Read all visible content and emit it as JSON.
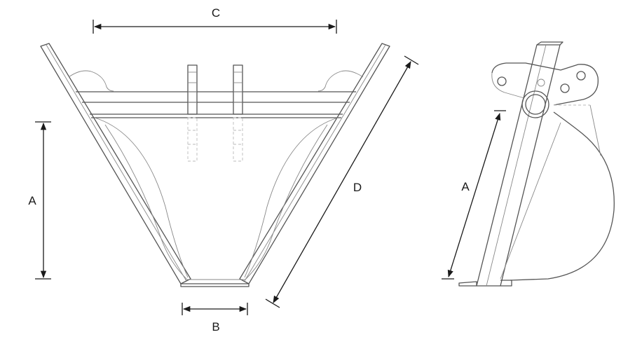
{
  "labels": {
    "a_front": "A",
    "b": "B",
    "c": "C",
    "d": "D",
    "a_side": "A"
  },
  "colors": {
    "line": "#555555",
    "dimension": "#1a1a1a",
    "label": "#1a1a1a"
  }
}
